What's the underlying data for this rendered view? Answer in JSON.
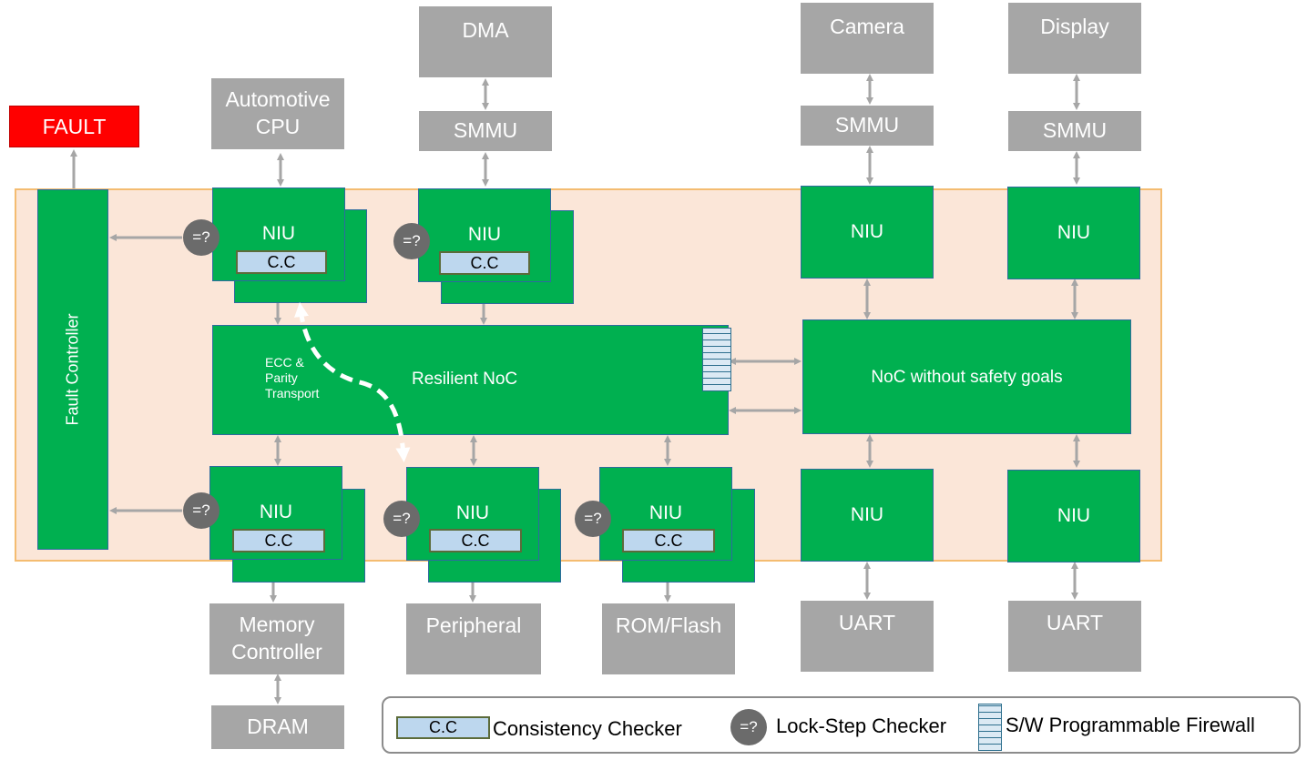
{
  "blocks": {
    "fault": "FAULT",
    "automotive_cpu": "Automotive\nCPU",
    "dma": "DMA",
    "smmu_dma": "SMMU",
    "camera": "Camera",
    "smmu_camera": "SMMU",
    "display": "Display",
    "smmu_display": "SMMU",
    "fault_controller": "Fault Controller",
    "resilient_noc": "Resilient NoC",
    "ecc_parity": "ECC &\nParity\nTransport",
    "noc_no_safety": "NoC without safety goals",
    "memory_controller": "Memory\nController",
    "dram": "DRAM",
    "peripheral": "Peripheral",
    "rom_flash": "ROM/Flash",
    "uart_1": "UART",
    "uart_2": "UART"
  },
  "niu": {
    "label": "NIU",
    "cc": "C.C",
    "lockstep": "=?"
  },
  "legend": {
    "cc_box": "C.C",
    "cc_label": "Consistency Checker",
    "lockstep_symbol": "=?",
    "lockstep_label": "Lock-Step Checker",
    "firewall_label": "S/W Programmable Firewall"
  },
  "colors": {
    "green": "#00b050",
    "gray": "#a6a6a6",
    "fault_red": "#ff0000",
    "region_fill": "#fbe5d6",
    "cc_fill": "#bdd7ee"
  }
}
